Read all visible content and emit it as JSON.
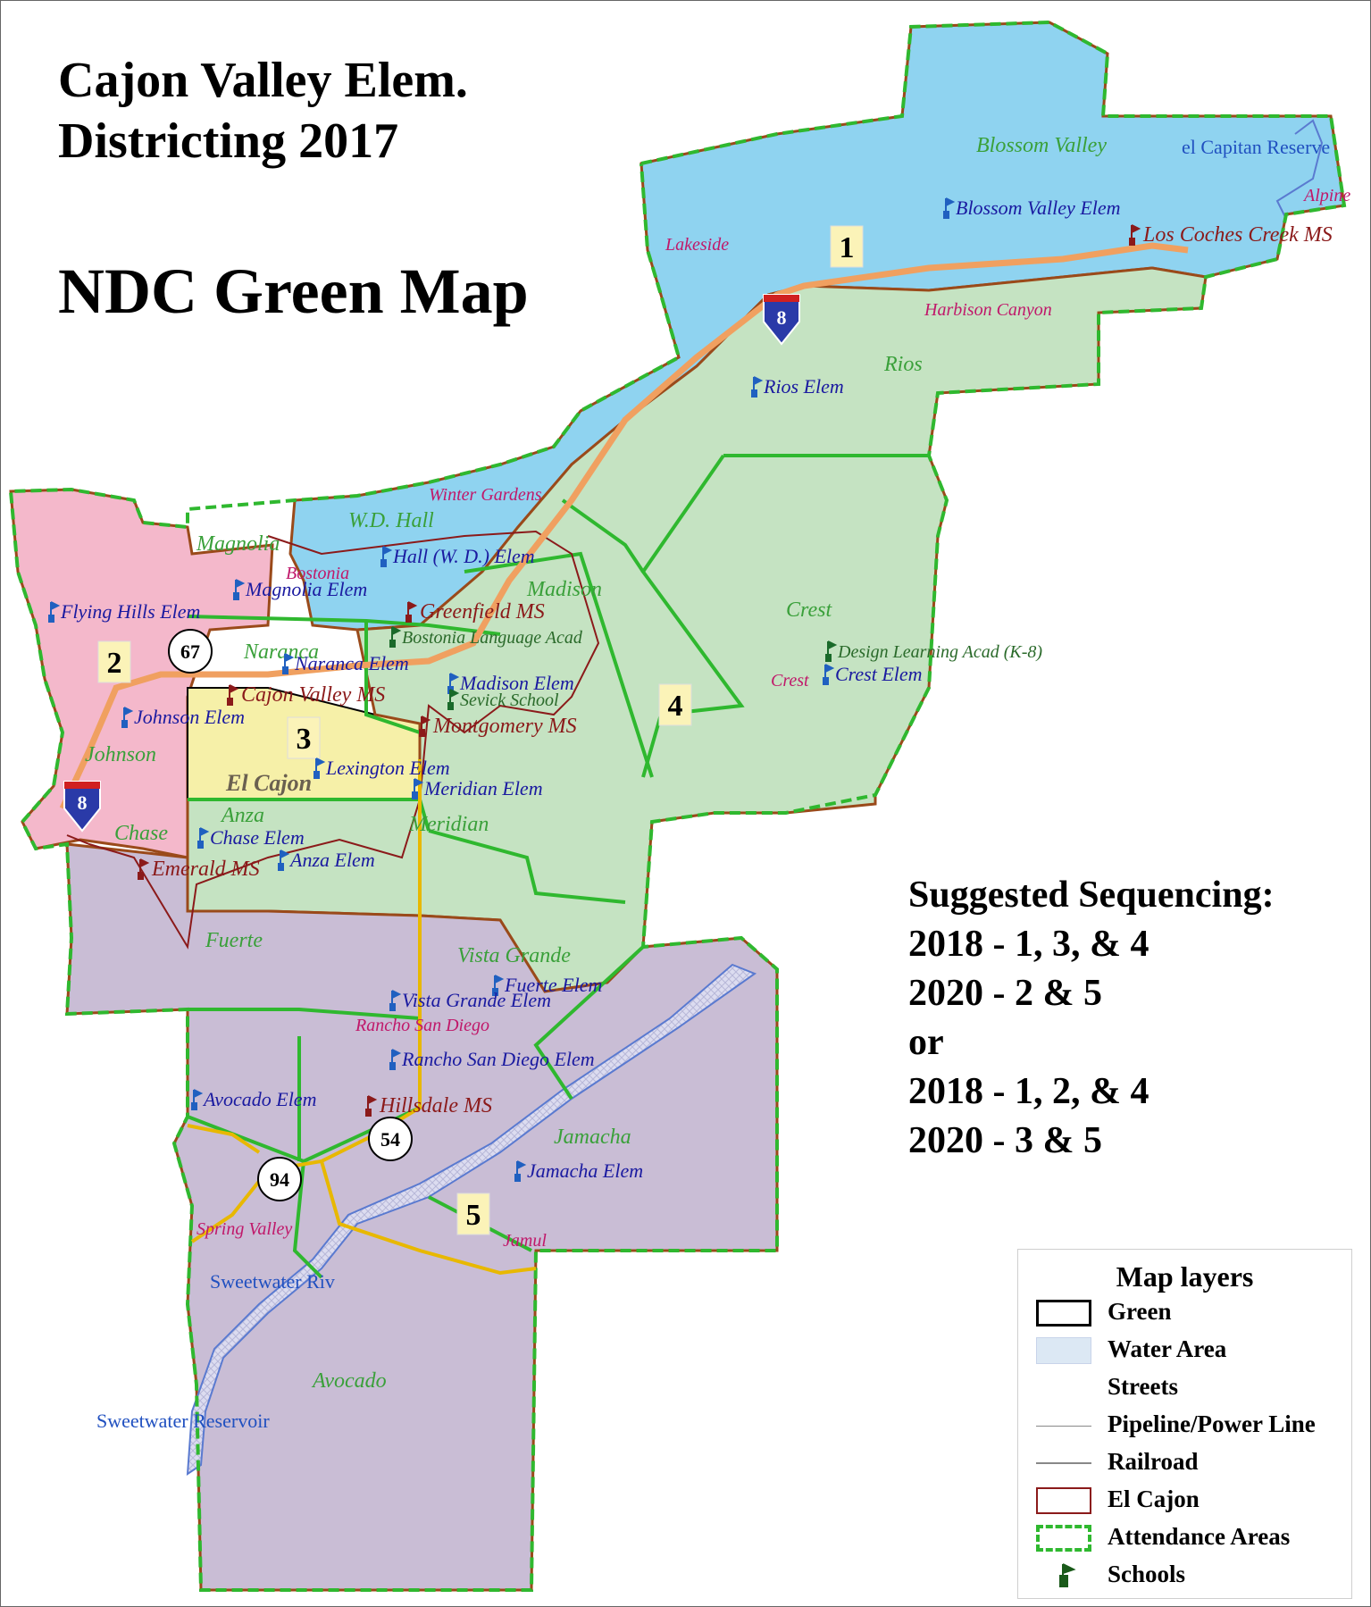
{
  "map": {
    "title_line1": "Cajon Valley Elem.",
    "title_line2": "Districting 2017",
    "subtitle": "NDC Green Map"
  },
  "sequencing": {
    "heading": "Suggested Sequencing:",
    "lines": [
      "2018 - 1, 3, & 4",
      "2020 - 2 & 5",
      "or",
      "2018 - 1, 2, & 4",
      "2020 - 3 & 5"
    ]
  },
  "legend": {
    "title": "Map layers",
    "items": [
      "Green",
      "Water Area",
      "Streets",
      "Pipeline/Power Line",
      "Railroad",
      "El Cajon",
      "Attendance Areas",
      "Schools"
    ]
  },
  "districts": [
    {
      "number": "1",
      "color": "#8fd3f0"
    },
    {
      "number": "2",
      "color": "#f4b8cb"
    },
    {
      "number": "3",
      "color": "#f6f0a8"
    },
    {
      "number": "4",
      "color": "#c5e3c2"
    },
    {
      "number": "5",
      "color": "#c9bdd5"
    }
  ],
  "highways": [
    "8",
    "8",
    "67",
    "54",
    "94"
  ],
  "attendance_areas": [
    "Blossom Valley",
    "Rios",
    "W.D. Hall",
    "Magnolia",
    "Madison",
    "Crest",
    "Naranca",
    "Johnson",
    "Chase",
    "Anza",
    "Meridian",
    "Fuerte",
    "Vista Grande",
    "Jamacha",
    "Avocado"
  ],
  "communities": [
    "Lakeside",
    "Alpine",
    "Harbison Canyon",
    "Winter Gardens",
    "Bostonia",
    "Crest",
    "Rancho San Diego",
    "Spring Valley",
    "Jamul"
  ],
  "cities": [
    "El Cajon"
  ],
  "water_labels": [
    "el Capitan Reserve",
    "Sweetwater Riv",
    "Sweetwater Reservoir"
  ],
  "elementary_schools": [
    "Blossom Valley Elem",
    "Rios Elem",
    "Hall (W. D.) Elem",
    "Magnolia Elem",
    "Flying Hills Elem",
    "Naranca Elem",
    "Johnson Elem",
    "Madison Elem",
    "Crest Elem",
    "Lexington Elem",
    "Meridian Elem",
    "Chase Elem",
    "Anza Elem",
    "Fuerte Elem",
    "Vista Grande Elem",
    "Rancho San Diego Elem",
    "Avocado Elem",
    "Jamacha Elem"
  ],
  "middle_schools": [
    "Los Coches Creek MS",
    "Greenfield MS",
    "Cajon Valley MS",
    "Montgomery MS",
    "Emerald MS",
    "Hillsdale MS"
  ],
  "other_schools": [
    "Bostonia Language Acad",
    "Design Learning Acad (K-8)",
    "Sevick School"
  ],
  "colors": {
    "elem_label": "#1a1aa0",
    "ms_label": "#8b1a1a",
    "other_label": "#2a6a2a",
    "area_label": "#3aa03a",
    "community_label": "#c0186a",
    "water_label": "#2050c0",
    "attendance_line": "#2fb82f",
    "elcajon_line": "#8b1a1a",
    "interstate": "#f0a060",
    "highway": "#e8b800"
  }
}
